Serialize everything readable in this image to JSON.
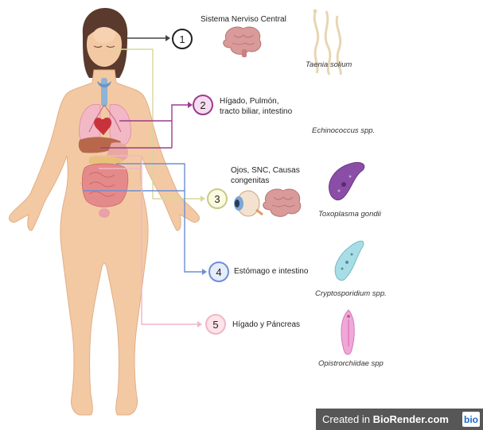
{
  "markers": [
    {
      "number": "1",
      "label": "Sistema Nerviso Central",
      "organism": "Taenia solium",
      "color": "#222222",
      "fill": "#ffffff"
    },
    {
      "number": "2",
      "label_lines": [
        "Hígado, Pulmón,",
        "tracto biliar, intestino"
      ],
      "organism": "Echinococcus spp.",
      "color": "#9b3b8e",
      "fill": "#f6dcef"
    },
    {
      "number": "3",
      "label_lines": [
        "Ojos, SNC, Causas",
        "congenitas"
      ],
      "organism": "Toxoplasma gondii",
      "color": "#c9c98a",
      "fill": "#fbfbe2"
    },
    {
      "number": "4",
      "label": "Estómago e intestino",
      "organism": "Cryptosporidium spp.",
      "color": "#6d8fd6",
      "fill": "#e6ecfa"
    },
    {
      "number": "5",
      "label": "Hígado y Páncreas",
      "organism": "Opistrorchiidae spp",
      "color": "#f0b7c6",
      "fill": "#fde3ea"
    }
  ],
  "watermark": {
    "prefix": "Created in ",
    "brand": "BioRender.com",
    "logo": "bio"
  },
  "colors": {
    "skin": "#f3c9a3",
    "skin_shadow": "#e7b58d",
    "hair": "#5a3a2c",
    "lung": "#f2b8c6",
    "intestine": "#e58a8a",
    "liver": "#b8684a",
    "brain": "#d99a9a"
  }
}
